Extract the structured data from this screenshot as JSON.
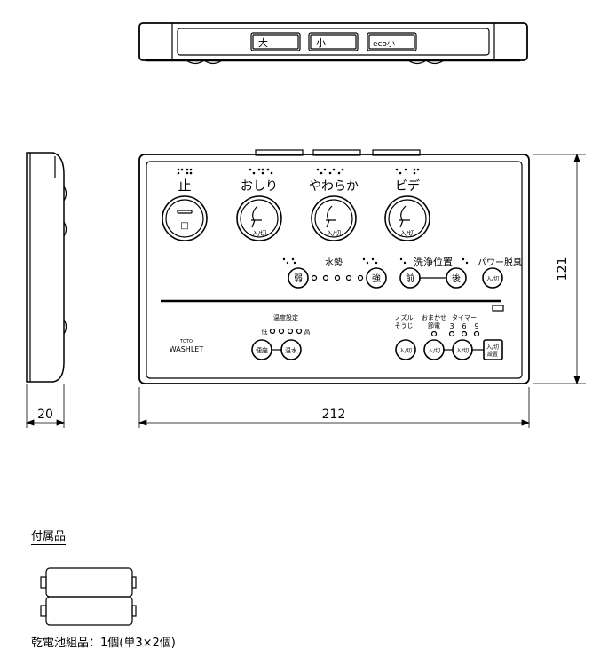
{
  "top_view": {
    "buttons": [
      "大",
      "小",
      "eco小"
    ]
  },
  "front_panel": {
    "large_buttons": [
      {
        "label": "止",
        "inner": "□"
      },
      {
        "label": "おしり",
        "inner": "入/切"
      },
      {
        "label": "やわらか",
        "inner": "入/切"
      },
      {
        "label": "ビデ",
        "inner": "入/切"
      }
    ],
    "water_force": {
      "title": "水勢",
      "weak": "弱",
      "strong": "強"
    },
    "position": {
      "title": "洗浄位置",
      "front": "前",
      "back": "後"
    },
    "deodorize": {
      "title": "パワー脱臭",
      "button": "入/切"
    },
    "temperature": {
      "title": "温度設定",
      "low": "低",
      "high": "高",
      "seat": "便座",
      "water": "温水"
    },
    "brand": {
      "line1": "TOTO",
      "line2": "WASHLET"
    },
    "nozzle": {
      "line1": "ノズル",
      "line2": "そうじ",
      "button": "入/切"
    },
    "omakase": {
      "line1": "おまかせ",
      "line2": "節電",
      "button": "入/切"
    },
    "timer": {
      "title": "タイマー",
      "values": [
        "3",
        "6",
        "9"
      ],
      "button": "入/切"
    },
    "setting": {
      "line1": "入/切",
      "line2": "設置"
    }
  },
  "dimensions": {
    "depth": "20",
    "width": "212",
    "height": "121"
  },
  "accessories": {
    "title": "付属品",
    "battery_caption": "乾電池組品：1個(単3×2個)"
  }
}
